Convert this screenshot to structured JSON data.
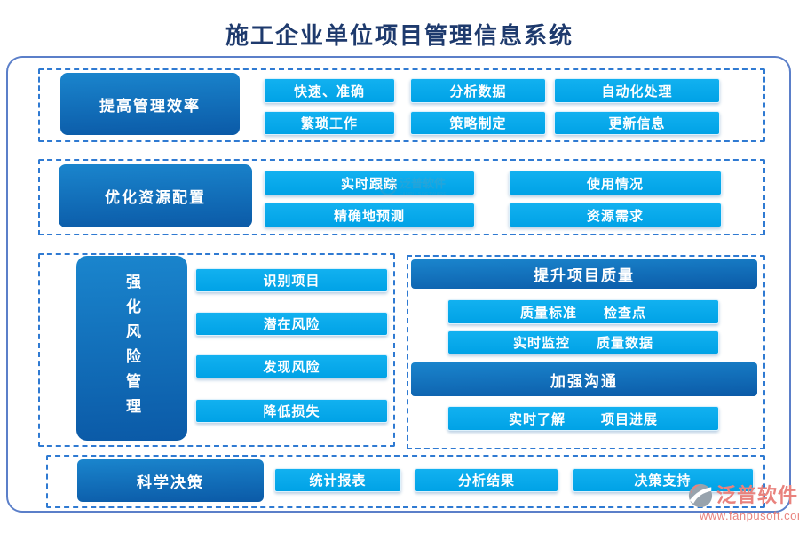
{
  "title": "施工企业单位项目管理信息系统",
  "sections": {
    "efficiency": {
      "header": "提高管理效率",
      "buttons": [
        "快速、准确",
        "分析数据",
        "自动化处理",
        "繁琐工作",
        "策略制定",
        "更新信息"
      ]
    },
    "resource": {
      "header": "优化资源配置",
      "buttons": [
        "实时跟踪",
        "使用情况",
        "精确地预测",
        "资源需求"
      ]
    },
    "risk": {
      "header": "强化风险管理",
      "buttons": [
        "识别项目",
        "潜在风险",
        "发现风险",
        "降低损失"
      ]
    },
    "quality": {
      "header": "提升项目质量",
      "row1": [
        "质量标准",
        "检查点"
      ],
      "row2": [
        "实时监控",
        "质量数据"
      ]
    },
    "communication": {
      "header": "加强沟通",
      "row1": [
        "实时了解",
        "项目进展"
      ]
    },
    "decision": {
      "header": "科学决策",
      "buttons": [
        "统计报表",
        "分析结果",
        "决策支持"
      ]
    }
  },
  "watermark": {
    "brand": "泛普软件",
    "url": "www.fanpusoft.com",
    "center_brand": "泛普软件",
    "center_sub": "FANPU SOFTWARE"
  },
  "colors": {
    "title_navy": "#1e3a6d",
    "header_blue_top": "#1a85cd",
    "header_blue_bottom": "#0b5aa7",
    "button_blue": "#00a6e9",
    "dashed_border": "#2f7ad2",
    "outer_border": "#5b7fc9",
    "watermark_salmon": "#e9827d"
  }
}
